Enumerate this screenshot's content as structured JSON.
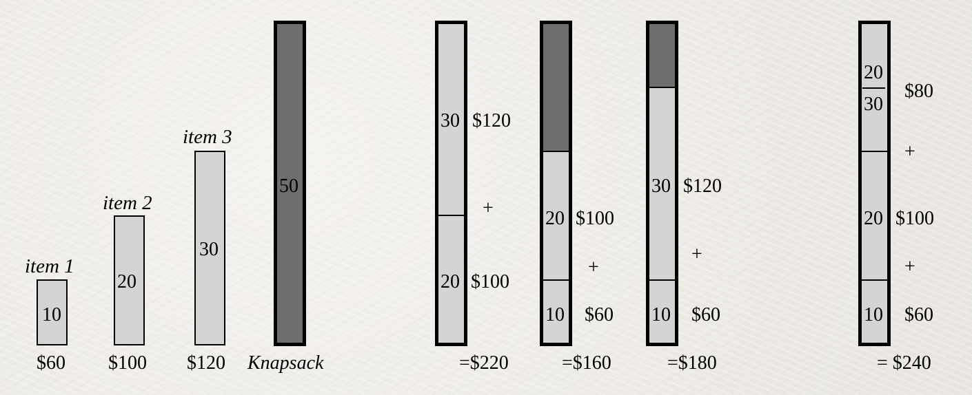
{
  "items": [
    {
      "label": "item 1",
      "weight": "10",
      "value": "$60"
    },
    {
      "label": "item 2",
      "weight": "20",
      "value": "$100"
    },
    {
      "label": "item 3",
      "weight": "30",
      "value": "$120"
    }
  ],
  "knapsack": {
    "capacity": "50",
    "label": "Knapsack"
  },
  "solutions": [
    {
      "segments": [
        {
          "weight": "30",
          "value": "$120"
        },
        {
          "weight": "20",
          "value": "$100"
        }
      ],
      "plus": [
        "+"
      ],
      "total": "=$220"
    },
    {
      "segments": [
        {
          "weight": "20",
          "value": "$100"
        },
        {
          "weight": "10",
          "value": "$60"
        }
      ],
      "plus": [
        "+"
      ],
      "total": "=$160"
    },
    {
      "segments": [
        {
          "weight": "30",
          "value": "$120"
        },
        {
          "weight": "10",
          "value": "$60"
        }
      ],
      "plus": [
        "+"
      ],
      "total": "=$180"
    },
    {
      "segments": [
        {
          "fraction_numerator": "20",
          "fraction_denominator": "30",
          "value": "$80"
        },
        {
          "weight": "20",
          "value": "$100"
        },
        {
          "weight": "10",
          "value": "$60"
        }
      ],
      "plus": [
        "+",
        "+"
      ],
      "total": "= $240"
    }
  ],
  "colors": {
    "item_fill": "#d4d4d4",
    "knapsack_fill": "#6e6e6e",
    "border": "#000000"
  }
}
